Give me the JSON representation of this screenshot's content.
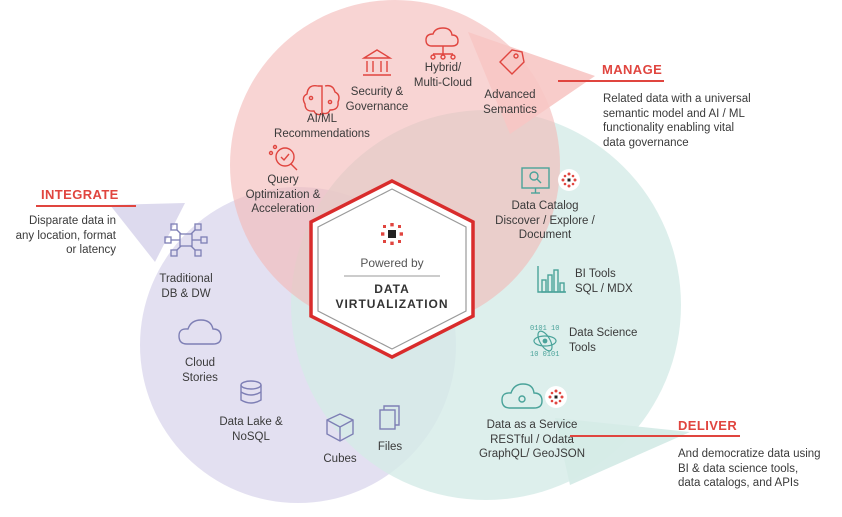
{
  "center": {
    "powered_by": "Powered by",
    "line1": "DATA",
    "line2": "VIRTUALIZATION"
  },
  "manage": {
    "title": "MANAGE",
    "description": [
      "Related data with a universal",
      "semantic model and AI / ML",
      "functionality enabling vital",
      "data governance"
    ],
    "items": [
      {
        "icon": "brain-icon",
        "lines": [
          "AI/ML",
          "Recommendations"
        ]
      },
      {
        "icon": "bank-icon",
        "lines": [
          "Security &",
          "Governance"
        ]
      },
      {
        "icon": "cloud-network-icon",
        "lines": [
          "Hybrid/",
          "Multi-Cloud"
        ]
      },
      {
        "icon": "tag-icon",
        "lines": [
          "Advanced",
          "Semantics"
        ]
      },
      {
        "icon": "query-magnifier-icon",
        "lines": [
          "Query",
          "Optimization &",
          "Acceleration"
        ]
      }
    ]
  },
  "integrate": {
    "title": "INTEGRATE",
    "description": [
      "Disparate data in",
      "any location, format",
      "or latency"
    ],
    "items": [
      {
        "icon": "network-nodes-icon",
        "lines": [
          "Traditional",
          "DB & DW"
        ]
      },
      {
        "icon": "cloud-icon",
        "lines": [
          "Cloud",
          "Stories"
        ]
      },
      {
        "icon": "database-icon",
        "lines": [
          "Data Lake &",
          "NoSQL"
        ]
      },
      {
        "icon": "cube-icon",
        "lines": [
          "Cubes"
        ]
      },
      {
        "icon": "files-icon",
        "lines": [
          "Files"
        ]
      }
    ]
  },
  "deliver": {
    "title": "DELIVER",
    "description": [
      "And democratize data using",
      "BI & data science tools,",
      "data catalogs, and APIs"
    ],
    "items": [
      {
        "icon": "monitor-search-icon",
        "lines": [
          "Data Catalog",
          "Discover / Explore /",
          "Document"
        ]
      },
      {
        "icon": "bar-chart-icon",
        "lines": [
          "BI Tools",
          "SQL / MDX"
        ]
      },
      {
        "icon": "binary-atom-icon",
        "lines": [
          "Data Science",
          "Tools"
        ]
      },
      {
        "icon": "cloud-gear-icon",
        "lines": [
          "Data as a Service",
          "RESTful / Odata",
          "GraphQL/ GeoJSON"
        ]
      }
    ]
  },
  "colors": {
    "red": "#e0453f",
    "manage_fill": "#f7c6c4",
    "integrate_fill": "#d9d6ec",
    "deliver_fill": "#d5ebe7",
    "integrate_icon": "#7e7fb5",
    "deliver_icon": "#4aa39a"
  }
}
